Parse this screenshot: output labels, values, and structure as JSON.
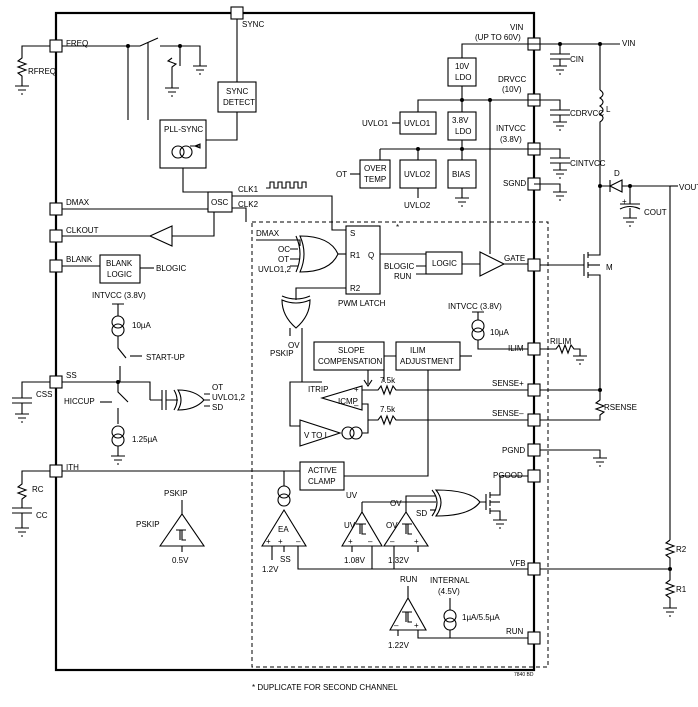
{
  "pins_left": [
    {
      "id": "freq",
      "label": "FREQ"
    },
    {
      "id": "dmax",
      "label": "DMAX"
    },
    {
      "id": "clkout",
      "label": "CLKOUT"
    },
    {
      "id": "blank",
      "label": "BLANK"
    },
    {
      "id": "ss",
      "label": "SS"
    },
    {
      "id": "ith",
      "label": "ITH"
    }
  ],
  "pins_right": [
    {
      "id": "vin",
      "label": "VIN"
    },
    {
      "id": "vin_sub",
      "label": "(UP TO 60V)"
    },
    {
      "id": "drvcc",
      "label": "DRVCC"
    },
    {
      "id": "drvcc_sub",
      "label": "(10V)"
    },
    {
      "id": "intvcc",
      "label": "INTVCC"
    },
    {
      "id": "intvcc_sub",
      "label": "(3.8V)"
    },
    {
      "id": "sgnd",
      "label": "SGND"
    },
    {
      "id": "gate",
      "label": "GATE"
    },
    {
      "id": "ilim",
      "label": "ILIM"
    },
    {
      "id": "sense_p",
      "label": "SENSE+"
    },
    {
      "id": "sense_m",
      "label": "SENSE–"
    },
    {
      "id": "pgnd",
      "label": "PGND"
    },
    {
      "id": "pgood",
      "label": "PGOOD"
    },
    {
      "id": "vfb",
      "label": "VFB"
    },
    {
      "id": "run",
      "label": "RUN"
    }
  ],
  "pin_top": {
    "label": "SYNC"
  },
  "blocks": {
    "sync_detect": [
      "SYNC",
      "DETECT"
    ],
    "pll_sync": "PLL-SYNC",
    "osc": "OSC",
    "ldo10": [
      "10V",
      "LDO"
    ],
    "ldo38": [
      "3.8V",
      "LDO"
    ],
    "uvlo1": "UVLO1",
    "uvlo2": "UVLO2",
    "uvlo2_below": "UVLO2",
    "overtemp": [
      "OVER",
      "TEMP"
    ],
    "bias": "BIAS",
    "blank_logic": [
      "BLANK",
      "LOGIC"
    ],
    "logic": "LOGIC",
    "slope_comp": [
      "SLOPE",
      "COMPENSATION"
    ],
    "ilim_adj": [
      "ILIM",
      "ADJUSTMENT"
    ],
    "active_clamp": [
      "ACTIVE",
      "CLAMP"
    ],
    "pwm_latch": "PWM LATCH"
  },
  "labels": {
    "clk1": "CLK1",
    "clk2": "CLK2",
    "blogic_out": "BLOGIC",
    "blogic_in": "BLOGIC",
    "run_in": "RUN",
    "ot": "OT",
    "dmax_in": "DMAX",
    "gate_in_oc": "OC",
    "gate_in_ot": "OT",
    "gate_in_uvlo": "UVLO1,2",
    "s": "S",
    "r1": "R1",
    "q": "Q",
    "r2": "R2",
    "ov": "OV",
    "pskip": "PSKIP",
    "intvcc_38": "INTVCC (3.8V)",
    "i10ua": "10µA",
    "start_up": "START-UP",
    "hiccup": "HICCUP",
    "ot2": "OT",
    "uvlo12": "UVLO1,2",
    "sd": "SD",
    "i125ua": "1.25µA",
    "itrip": "ITRIP",
    "icmp": "ICMP",
    "r75k_1": "7.5k",
    "r75k_2": "7.5k",
    "vtoi": "V TO I",
    "pskip_cmp": "PSKIP",
    "pskip_in": "PSKIP",
    "v05": "0.5V",
    "ea": "EA",
    "ss_in": "SS",
    "v12": "1.2V",
    "uv_top": "UV",
    "uv": "UV",
    "v108": "1.08V",
    "ov_top": "OV",
    "ov2": "OV",
    "v132": "1.32V",
    "sd2": "SD",
    "run_cmp": "RUN",
    "internal": "INTERNAL",
    "internal_v": "(4.5V)",
    "i1ua": "1µA/5.5µA",
    "v122": "1.22V",
    "intvcc_ilim": "INTVCC (3.8V)",
    "i10ua_2": "10µA",
    "star": "*",
    "part_no": "7840 BD",
    "footnote": "* DUPLICATE FOR SECOND CHANNEL"
  },
  "external": {
    "rfreq": "RFREQ",
    "css": "CSS",
    "rc": "RC",
    "cc": "CC",
    "vin": "VIN",
    "cin": "CIN",
    "cdrvcc": "CDRVCC",
    "l": "L",
    "cintvcc": "CINTVCC",
    "d": "D",
    "vout": "VOUT",
    "cout": "COUT",
    "m": "M",
    "rilim": "RILIM",
    "rsense": "RSENSE",
    "r2": "R2",
    "r1": "R1"
  }
}
